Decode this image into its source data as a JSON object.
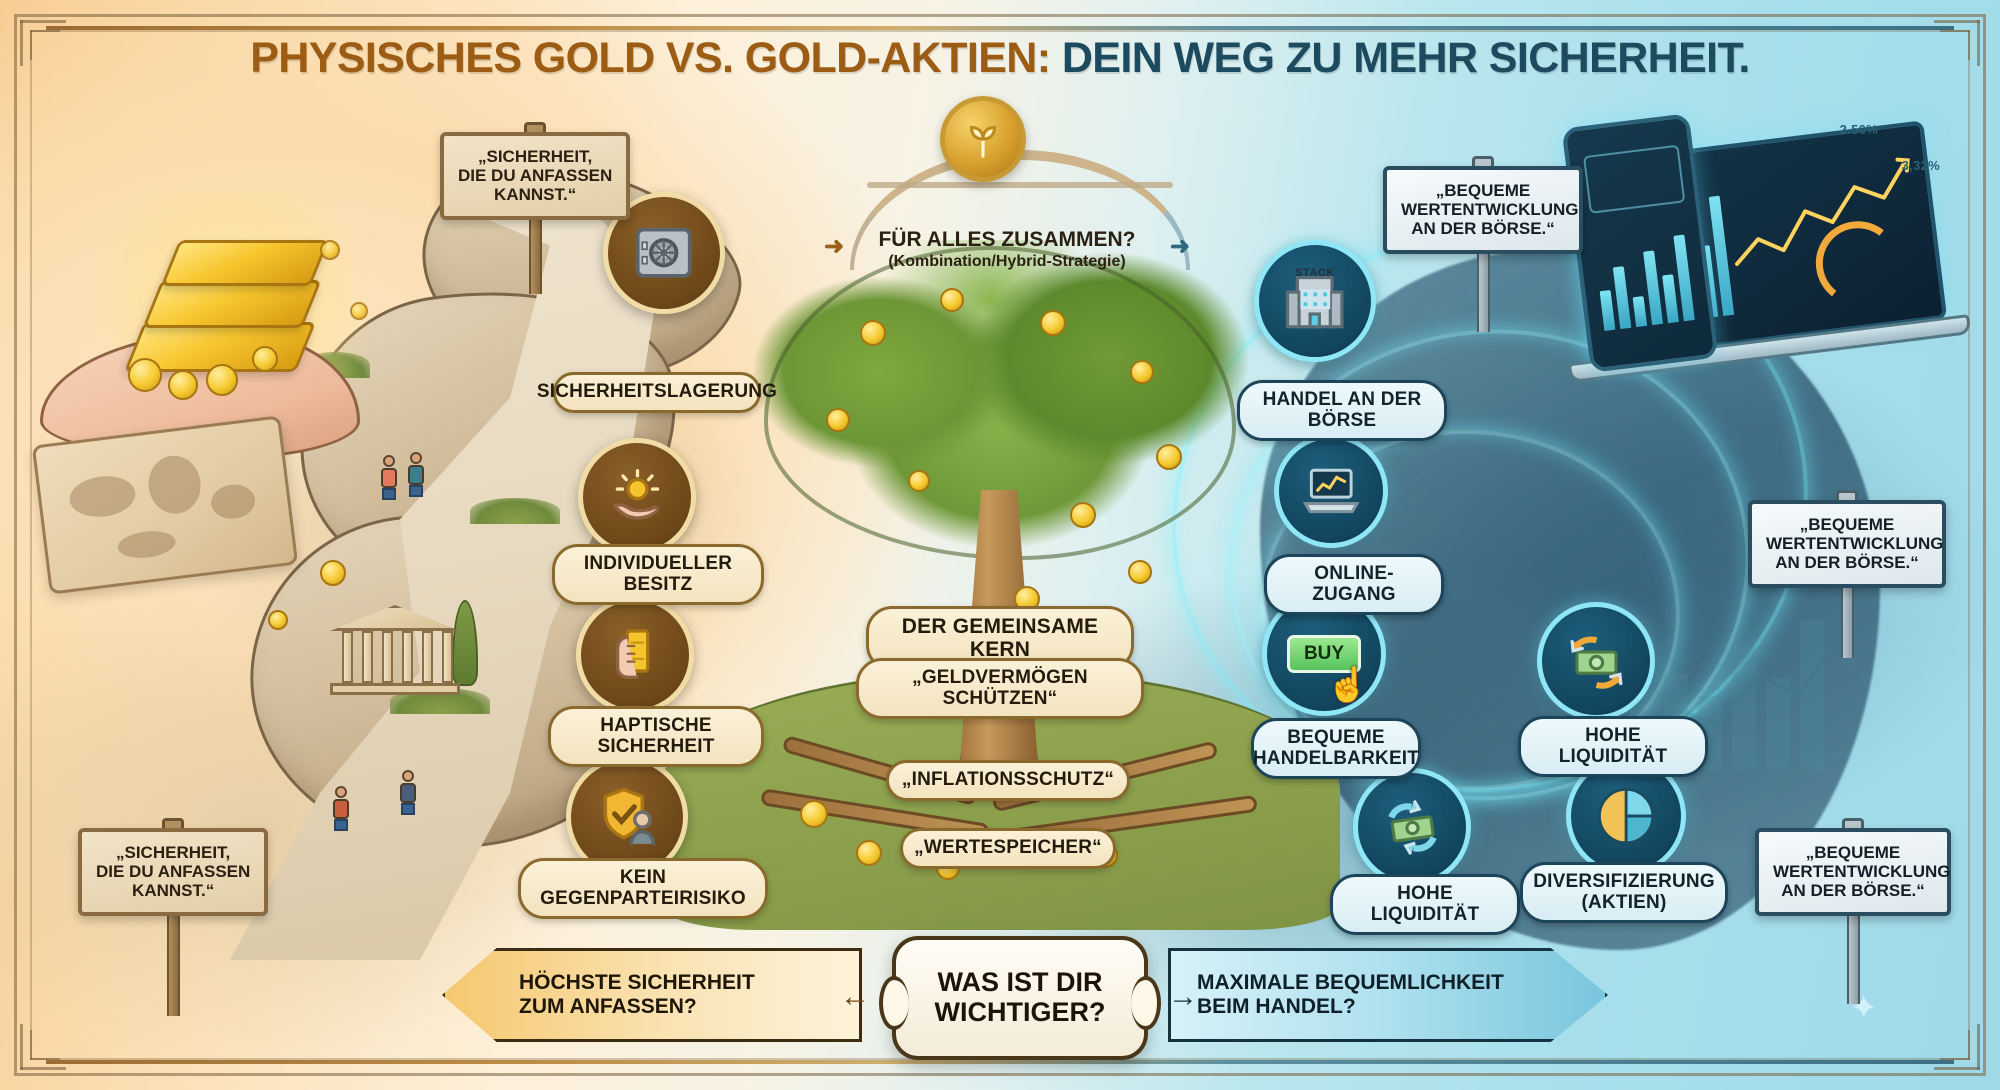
{
  "title": {
    "gold_part": "PHYSISCHES GOLD VS. GOLD-AKTIEN:",
    "teal_part": " DEIN WEG ZU MEHR SICHERHEIT."
  },
  "bridge": {
    "headline": "FÜR ALLES ZUSAMMEN?",
    "subline": "(Kombination/Hybrid-Strategie)",
    "left_arrow": "➜",
    "right_arrow": "➜",
    "crest_icon": "wheat-leaf-icon"
  },
  "left_side": {
    "name": "Physisches Gold",
    "signs": [
      {
        "text": "„SICHERHEIT,\nDIE DU ANFASSEN\nKANNST.“"
      },
      {
        "text": "„SICHERHEIT,\nDIE DU ANFASSEN\nKANNST.“"
      }
    ],
    "features": [
      {
        "label": "SICHERHEITSLAGERUNG",
        "icon": "safe-vault-icon"
      },
      {
        "label": "INDIVIDUELLER BESITZ",
        "icon": "hand-holding-coin-icon"
      },
      {
        "label": "HAPTISCHE SICHERHEIT",
        "icon": "hand-holding-goldbar-icon"
      },
      {
        "label": "KEIN GEGENPARTEIRISIKO",
        "icon": "shield-check-person-icon"
      }
    ]
  },
  "center": {
    "core_label": "DER GEMEINSAME KERN",
    "values": [
      "„GELDVERMÖGEN SCHÜTZEN“",
      "„INFLATIONSSCHUTZ“",
      "„WERTESPEICHER“"
    ]
  },
  "right_side": {
    "name": "Gold-Aktien",
    "signs": [
      {
        "text": "„BEQUEME\nWERTENTWICKLUNG\nAN DER BÖRSE.“"
      },
      {
        "text": "„BEQUEME\nWERTENTWICKLUNG\nAN DER BÖRSE.“"
      },
      {
        "text": "„BEQUEME\nWERTENTWICKLUNG\nAN DER BÖRSE.“"
      }
    ],
    "features": [
      {
        "label": "HANDEL AN DER BÖRSE",
        "icon": "exchange-building-icon",
        "building_text": "STACK"
      },
      {
        "label": "ONLINE-ZUGANG",
        "icon": "laptop-chart-icon"
      },
      {
        "label": "BEQUEME\nHANDELBARKEIT",
        "icon": "buy-button-cursor-icon",
        "button_text": "BUY"
      },
      {
        "label": "HOHE LIQUIDITÄT",
        "icon": "cash-exchange-arrows-icon"
      },
      {
        "label": "HOHE LIQUIDITÄT",
        "icon": "cash-cycle-arrows-icon"
      },
      {
        "label": "DIVERSIFIZIERUNG\n(AKTIEN)",
        "icon": "pie-chart-icon"
      }
    ],
    "percentages": [
      "2.50%",
      "3,32%"
    ]
  },
  "decision_bar": {
    "question": "WAS IST DIR\nWICHTIGER?",
    "left_answer": "HÖCHSTE SICHERHEIT\nZUM ANFASSEN?",
    "right_answer": "MAXIMALE BEQUEMLICHKEIT\nBEIM HANDEL?",
    "left_arrow_glyph": "←",
    "right_arrow_glyph": "→"
  },
  "colors": {
    "gold_title": "#9c5c14",
    "teal_title": "#1c4a5e",
    "gold_accent": "#e8b64a",
    "teal_accent": "#7fe3f2",
    "chip_gold_bg": "#f5e7c6",
    "chip_teal_bg": "#e4f2f8"
  }
}
